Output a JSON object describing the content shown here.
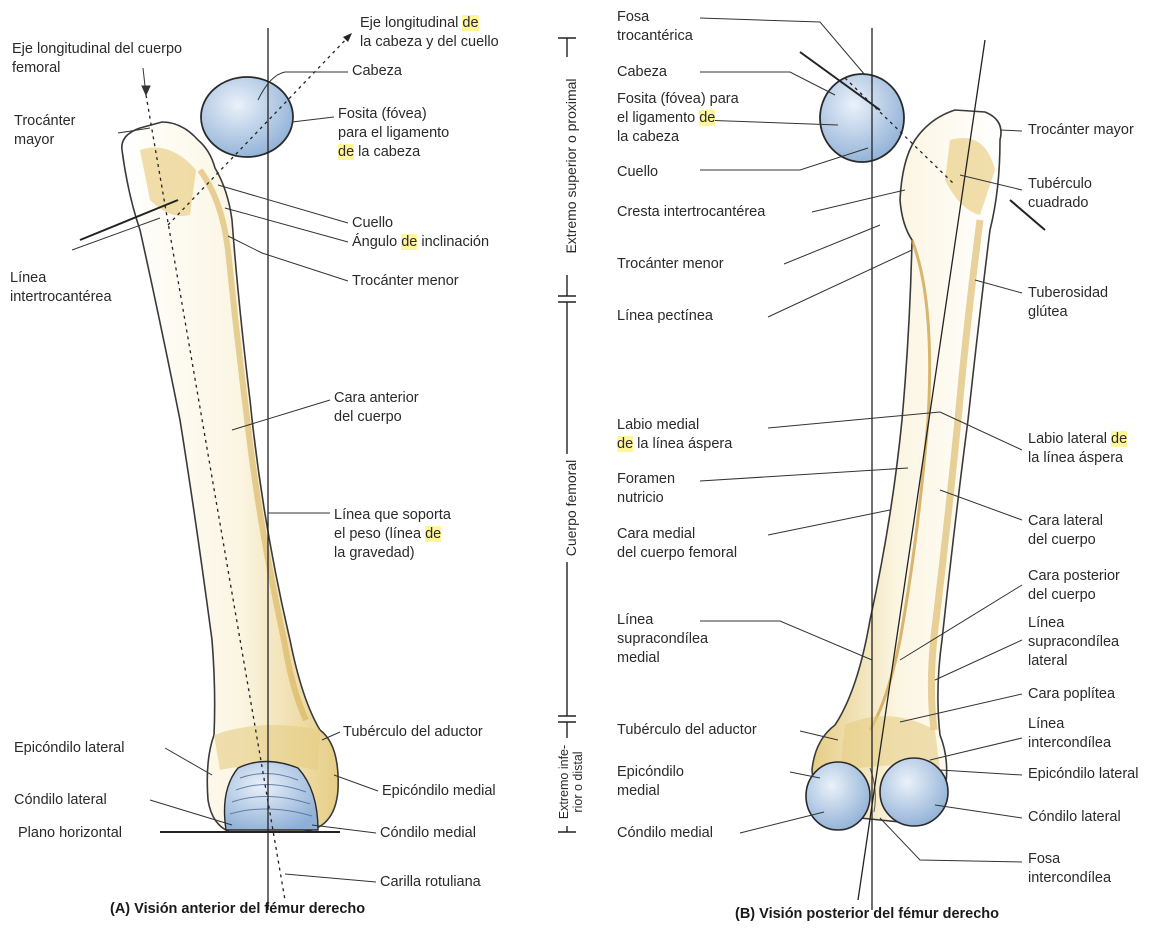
{
  "colors": {
    "bone": "#e9d8a4",
    "bone_shade": "#c9a24a",
    "cartilage": "#a9c3e0",
    "line": "#333333",
    "highlight": "#fff59a"
  },
  "anterior": {
    "caption": "(A) Visión anterior del fémur derecho",
    "labels": {
      "eje_cuerpo": "Eje longitudinal del cuerpo\nfemoral",
      "eje_cabeza": "Eje longitudinal de\nla cabeza y del cuello",
      "cabeza": "Cabeza",
      "fosita": "Fosita (fóvea)\npara el ligamento\nde la cabeza",
      "trocanter_mayor": "Trocánter\nmayor",
      "cuello": "Cuello",
      "angulo": "Ángulo de inclinación",
      "linea_intertrocanterea": "Línea\nintertrocantérea",
      "trocanter_menor": "Trocánter menor",
      "cara_anterior": "Cara anterior\ndel cuerpo",
      "linea_peso": "Línea que soporta\nel peso (línea de\nla gravedad)",
      "tuberculo_aductor": "Tubérculo del aductor",
      "epicondilo_lateral": "Epicóndilo lateral",
      "epicondilo_medial": "Epicóndilo medial",
      "condilo_lateral": "Cóndilo lateral",
      "condilo_medial": "Cóndilo medial",
      "plano_horizontal": "Plano horizontal",
      "carilla_rotuliana": "Carilla rotuliana"
    }
  },
  "regions": {
    "proximal": "Extremo superior o proximal",
    "cuerpo": "Cuerpo femoral",
    "distal": "Extremo infe-\nrior o distal"
  },
  "posterior": {
    "caption": "(B) Visión posterior del fémur derecho",
    "labels": {
      "fosa_trocanterica": "Fosa\ntrocantérica",
      "cabeza": "Cabeza",
      "fosita": "Fosita (fóvea) para\nel ligamento de\nla cabeza",
      "cuello": "Cuello",
      "cresta_intertrocanterea": "Cresta intertrocantérea",
      "trocanter_menor": "Trocánter menor",
      "linea_pectinea": "Línea pectínea",
      "labio_medial": "Labio medial\nde la línea áspera",
      "foramen": "Foramen\nnutricio",
      "cara_medial": "Cara medial\ndel cuerpo femoral",
      "linea_supracondilea_medial": "Línea\nsupracondílea\nmedial",
      "tuberculo_aductor": "Tubérculo del aductor",
      "epicondilo_medial": "Epicóndilo\nmedial",
      "condilo_medial": "Cóndilo medial",
      "trocanter_mayor": "Trocánter mayor",
      "tuberculo_cuadrado": "Tubérculo\ncuadrado",
      "tuberosidad_glutea": "Tuberosidad\nglútea",
      "labio_lateral": "Labio lateral de\nla línea áspera",
      "cara_lateral": "Cara lateral\ndel cuerpo",
      "cara_posterior": "Cara posterior\ndel cuerpo",
      "linea_supracondilea_lateral": "Línea\nsupracondílea\nlateral",
      "cara_poplitea": "Cara poplítea",
      "linea_intercondilea": "Línea\nintercondílea",
      "epicondilo_lateral": "Epicóndilo lateral",
      "condilo_lateral": "Cóndilo lateral",
      "fosa_intercondilea": "Fosa\nintercondílea"
    }
  }
}
